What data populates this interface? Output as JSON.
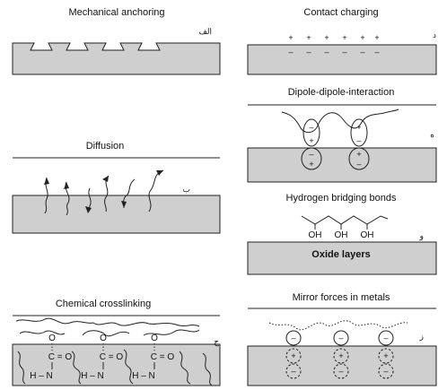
{
  "panels": {
    "mechanical": {
      "title": "Mechanical anchoring",
      "tag": "الف"
    },
    "contact": {
      "title": "Contact charging",
      "tag": "د"
    },
    "dipole": {
      "title": "Dipole-dipole-interaction",
      "tag": "ه"
    },
    "diffusion": {
      "title": "Diffusion",
      "tag": "ب"
    },
    "hydrogen": {
      "title": "Hydrogen bridging bonds",
      "tag": "و",
      "groups": [
        "OH",
        "OH",
        "OH"
      ],
      "substrate_label": "Oxide layers"
    },
    "chemical": {
      "title": "Chemical crosslinking",
      "tag": "ج",
      "o_label": "O",
      "c_o_label": "C = O",
      "h_n_label": "H – N"
    },
    "mirror": {
      "title": "Mirror forces in metals",
      "tag": "ز"
    }
  },
  "symbols": {
    "plus": "+",
    "minus": "–"
  }
}
